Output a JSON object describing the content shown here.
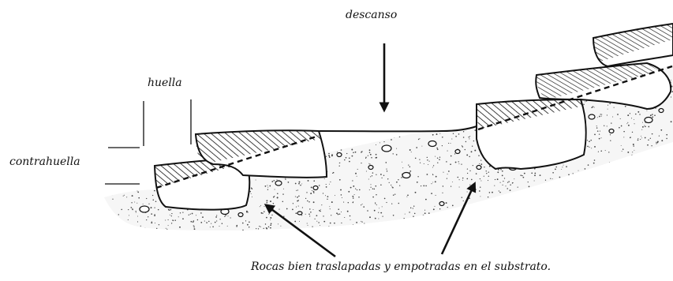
{
  "labels": {
    "top": "descanso",
    "tread": "huella",
    "riser": "contrahuella",
    "bottom": "Rocas bien traslapadas y empotradas en el substrato."
  },
  "colors": {
    "ink": "#111111",
    "background": "#ffffff",
    "stipple": "#444444"
  }
}
